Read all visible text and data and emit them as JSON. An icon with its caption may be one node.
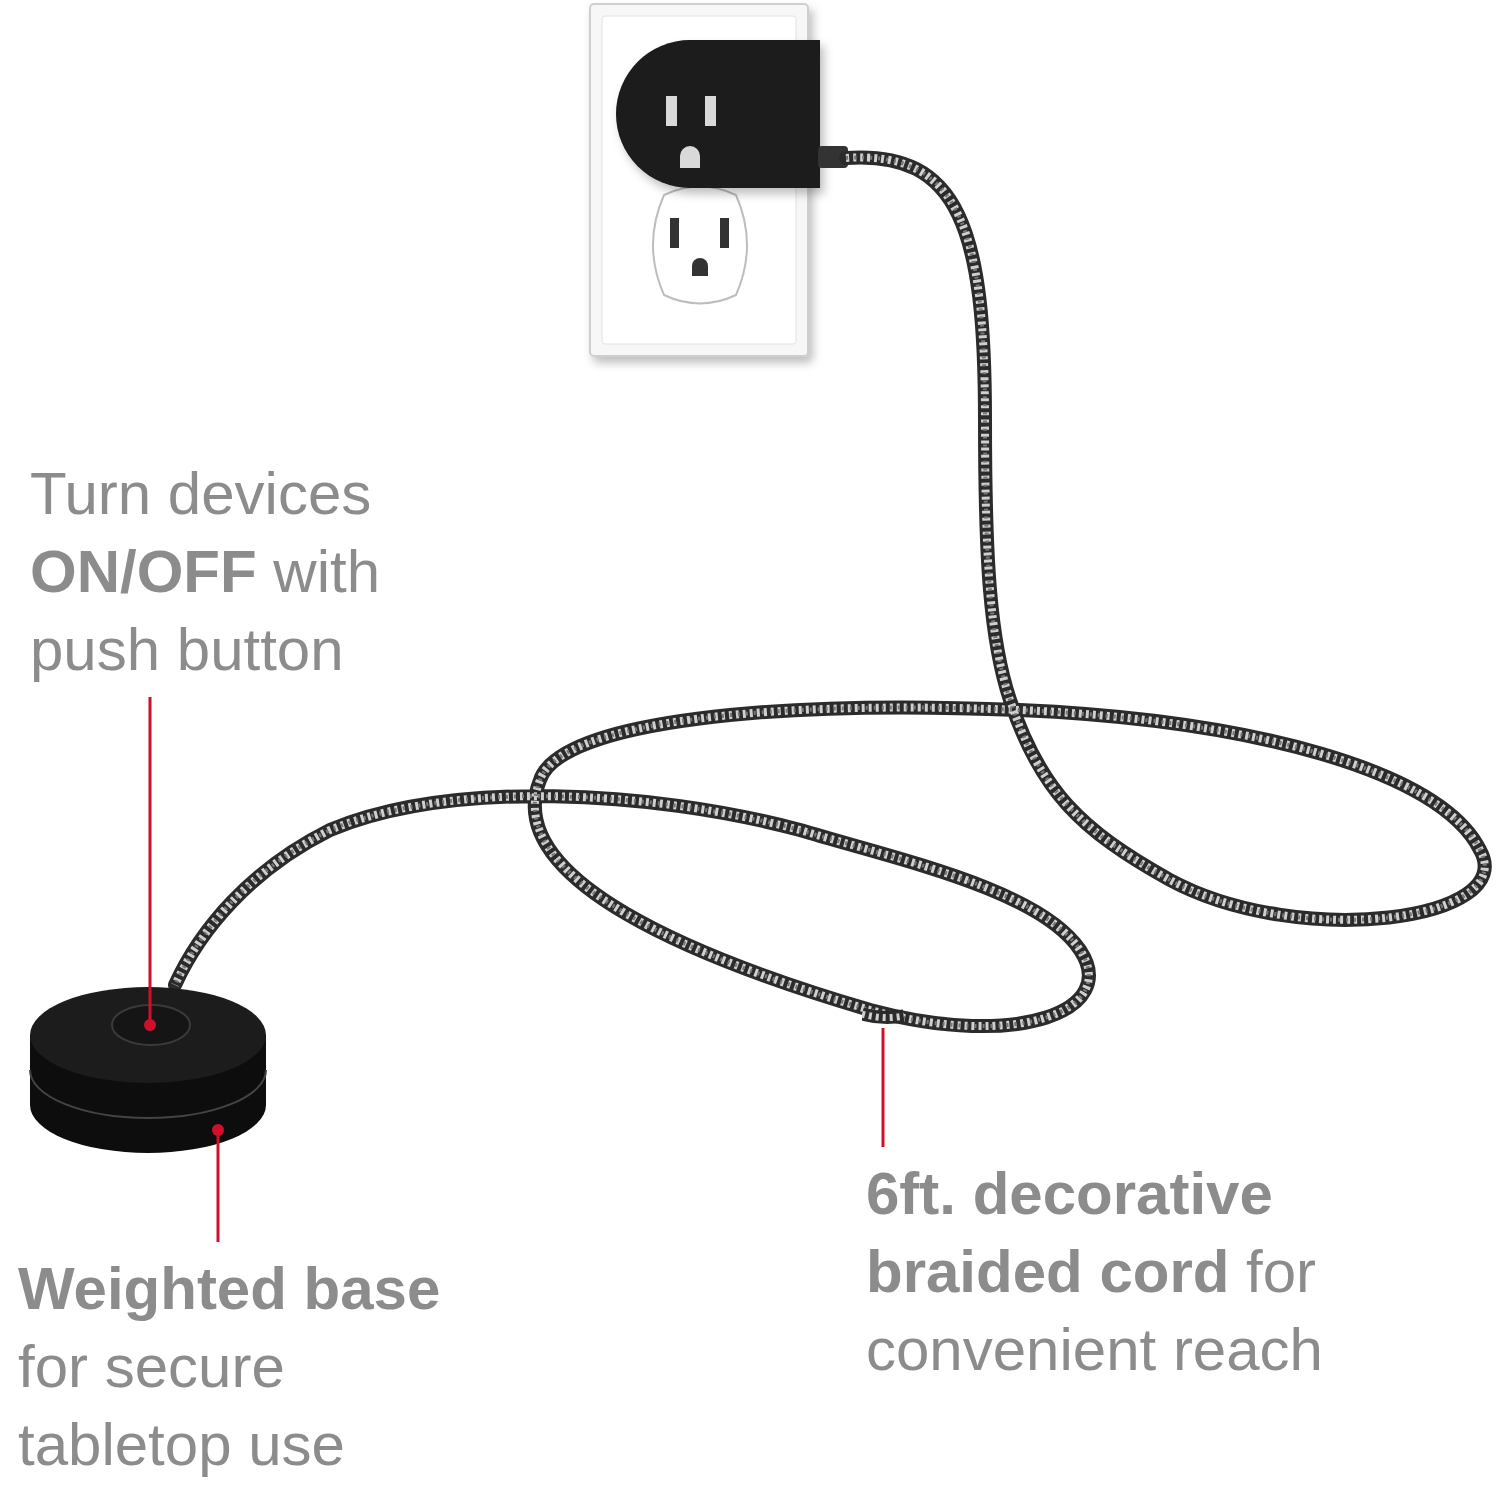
{
  "diagram": {
    "nodes": [
      {
        "text": [
          "Turn devices **ON/OFF** with push button"
        ]
      },
      {
        "text": [],
        "shape": "circle"
      },
      {
        "text": [
          "**Weighted base** for secure tabletop use"
        ]
      },
      {
        "text": [],
        "shape": "cylinder"
      },
      {
        "text": [
          "**6ft. decorative braided cord** for convenient reach"
        ]
      },
      {
        "text": [],
        "shape": "picture"
      }
    ],
    "edges": [
      {
        "from": 0,
        "to": 1,
        "arrow": "other"
      },
      {
        "from": 2,
        "to": 3,
        "arrow": "other"
      },
      {
        "from": 4,
        "to": 5,
        "arrow": "none"
      }
    ]
  }
}
